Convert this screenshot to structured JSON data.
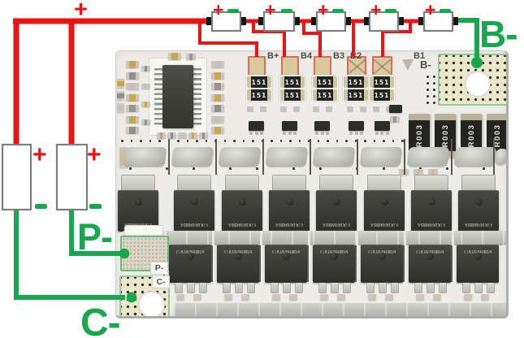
{
  "diagram": {
    "pack_positive_label": "+",
    "b_minus_label": "B-",
    "p_minus_label": "P-",
    "c_minus_label": "C-",
    "battery_bank": {
      "batteries": [
        {
          "plus": "+",
          "minus": "–"
        },
        {
          "plus": "+",
          "minus": "–"
        }
      ]
    },
    "series_cells": [
      {
        "plus": "+",
        "minus": "–"
      },
      {
        "plus": "+",
        "minus": "–"
      },
      {
        "plus": "+",
        "minus": "–"
      },
      {
        "plus": "+",
        "minus": "–"
      },
      {
        "plus": "+",
        "minus": "–"
      }
    ],
    "colors": {
      "positive_wire": "#ea1414",
      "negative_wire": "#18a64e"
    }
  },
  "pcb": {
    "silkscreen": {
      "b_minus": "B-",
      "p_minus": "P-",
      "c_minus": "C-"
    },
    "balance_pads": [
      {
        "label": "B+"
      },
      {
        "label": "B4"
      },
      {
        "label": "B3"
      },
      {
        "label": "B2"
      },
      {
        "label": "B1"
      }
    ],
    "balance_resistor_label": "151",
    "shunt_resistor_label": "R003",
    "shunt_resistor_count": 4,
    "mosfet_marking": {
      "line1": "KIA  M00",
      "line2": "B14",
      "line3": "KIA100N03A"
    },
    "mosfet_count_top": 8,
    "mosfet_count_bottom": 7
  }
}
